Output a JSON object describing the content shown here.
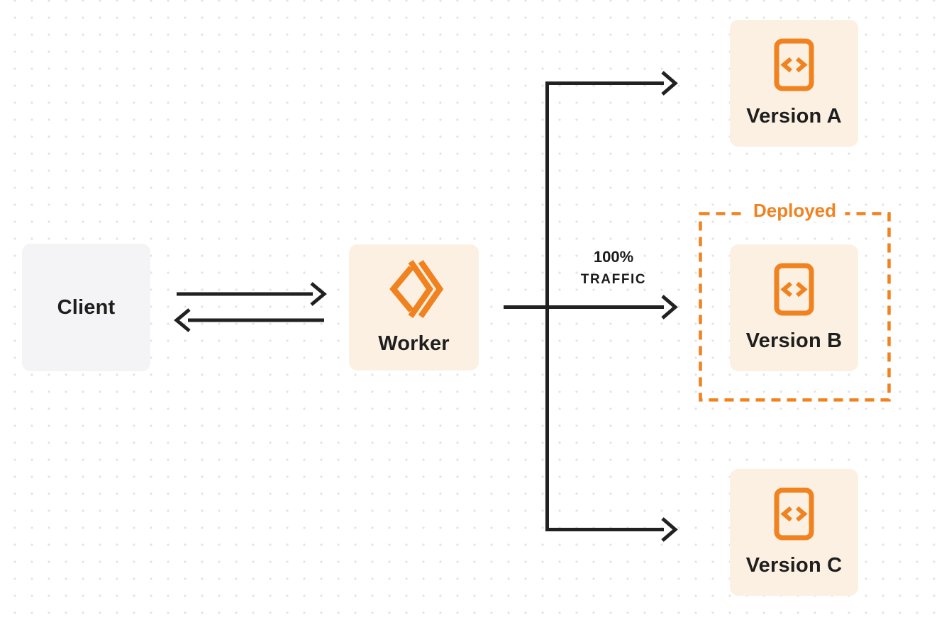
{
  "diagram": {
    "title_hint": "worker-traffic-routing-diagram",
    "client": {
      "label": "Client"
    },
    "worker": {
      "label": "Worker"
    },
    "versions": [
      {
        "id": "version-a",
        "label": "Version A",
        "deployed": false
      },
      {
        "id": "version-b",
        "label": "Version B",
        "deployed": true
      },
      {
        "id": "version-c",
        "label": "Version C",
        "deployed": false
      }
    ],
    "deployed_badge": "Deployed",
    "traffic": {
      "line1": "100%",
      "line2": "TRAFFIC"
    },
    "colors": {
      "accent_orange": "#f0821f",
      "panel_cream": "#fbf0e1",
      "panel_gray": "#f4f4f6",
      "arrow_dark": "#212121",
      "text_dark": "#1e1e1e",
      "dot_grid": "#e3e3e8",
      "background": "#ffffff"
    },
    "icons": {
      "worker_icon": "cloudflare-workers-icon",
      "version_icon": "code-page-icon"
    }
  }
}
